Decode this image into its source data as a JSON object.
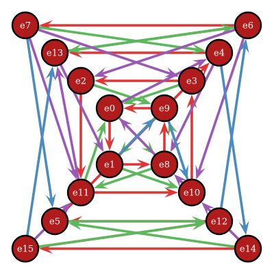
{
  "graph": {
    "colors": {
      "node_fill": "#b01c1c",
      "node_stroke": "#000000",
      "label": "#ffffff",
      "red": "#e03535",
      "green": "#5cb85c",
      "purple": "#9b59b6",
      "blue": "#4a8bc0"
    },
    "nodes": [
      {
        "id": "e0",
        "label": "e0"
      },
      {
        "id": "e1",
        "label": "e1"
      },
      {
        "id": "e2",
        "label": "e2"
      },
      {
        "id": "e3",
        "label": "e3"
      },
      {
        "id": "e4",
        "label": "e4"
      },
      {
        "id": "e5",
        "label": "e5"
      },
      {
        "id": "e6",
        "label": "e6"
      },
      {
        "id": "e7",
        "label": "e7"
      },
      {
        "id": "e8",
        "label": "e8"
      },
      {
        "id": "e9",
        "label": "e9"
      },
      {
        "id": "e10",
        "label": "e10"
      },
      {
        "id": "e11",
        "label": "e11"
      },
      {
        "id": "e12",
        "label": "e12"
      },
      {
        "id": "e13",
        "label": "e13"
      },
      {
        "id": "e14",
        "label": "e14"
      },
      {
        "id": "e15",
        "label": "e15"
      }
    ],
    "edges": [
      {
        "from": "e6",
        "to": "e7",
        "color": "red"
      },
      {
        "from": "e4",
        "to": "e13",
        "color": "red"
      },
      {
        "from": "e3",
        "to": "e2",
        "color": "red"
      },
      {
        "from": "e9",
        "to": "e0",
        "color": "red"
      },
      {
        "from": "e1",
        "to": "e8",
        "color": "red"
      },
      {
        "from": "e11",
        "to": "e10",
        "color": "red"
      },
      {
        "from": "e12",
        "to": "e5",
        "color": "red"
      },
      {
        "from": "e14",
        "to": "e15",
        "color": "red"
      },
      {
        "from": "e2",
        "to": "e11",
        "color": "red"
      },
      {
        "from": "e10",
        "to": "e3",
        "color": "red"
      },
      {
        "from": "e0",
        "to": "e1",
        "color": "red"
      },
      {
        "from": "e8",
        "to": "e9",
        "color": "red"
      },
      {
        "from": "e5",
        "to": "e4",
        "color": "red"
      },
      {
        "from": "e13",
        "to": "e6",
        "color": "red"
      },
      {
        "from": "e15",
        "to": "e12",
        "color": "red"
      },
      {
        "from": "e7",
        "to": "e4",
        "color": "green"
      },
      {
        "from": "e6",
        "to": "e13",
        "color": "green"
      },
      {
        "from": "e13",
        "to": "e6",
        "color": "green"
      },
      {
        "from": "e2",
        "to": "e9",
        "color": "green"
      },
      {
        "from": "e3",
        "to": "e0",
        "color": "green"
      },
      {
        "from": "e0",
        "to": "e8",
        "color": "green"
      },
      {
        "from": "e9",
        "to": "e1",
        "color": "green"
      },
      {
        "from": "e1",
        "to": "e10",
        "color": "green"
      },
      {
        "from": "e8",
        "to": "e11",
        "color": "green"
      },
      {
        "from": "e10",
        "to": "e9",
        "color": "green"
      },
      {
        "from": "e11",
        "to": "e0",
        "color": "green"
      },
      {
        "from": "e15",
        "to": "e12",
        "color": "green"
      },
      {
        "from": "e14",
        "to": "e5",
        "color": "green"
      },
      {
        "from": "e5",
        "to": "e12",
        "color": "green"
      },
      {
        "from": "e7",
        "to": "e3",
        "color": "purple"
      },
      {
        "from": "e6",
        "to": "e2",
        "color": "purple"
      },
      {
        "from": "e7",
        "to": "e11",
        "color": "purple"
      },
      {
        "from": "e6",
        "to": "e10",
        "color": "purple"
      },
      {
        "from": "e13",
        "to": "e1",
        "color": "purple"
      },
      {
        "from": "e4",
        "to": "e8",
        "color": "purple"
      },
      {
        "from": "e8",
        "to": "e0",
        "color": "purple"
      },
      {
        "from": "e1",
        "to": "e9",
        "color": "purple"
      },
      {
        "from": "e0",
        "to": "e4",
        "color": "purple"
      },
      {
        "from": "e10",
        "to": "e8",
        "color": "purple"
      },
      {
        "from": "e11",
        "to": "e13",
        "color": "purple"
      },
      {
        "from": "e15",
        "to": "e11",
        "color": "purple"
      },
      {
        "from": "e14",
        "to": "e10",
        "color": "purple"
      },
      {
        "from": "e7",
        "to": "e5",
        "color": "blue"
      },
      {
        "from": "e15",
        "to": "e13",
        "color": "blue"
      },
      {
        "from": "e12",
        "to": "e6",
        "color": "blue"
      },
      {
        "from": "e4",
        "to": "e14",
        "color": "blue"
      },
      {
        "from": "e9",
        "to": "e10",
        "color": "blue"
      },
      {
        "from": "e1",
        "to": "e9",
        "color": "blue"
      }
    ]
  }
}
